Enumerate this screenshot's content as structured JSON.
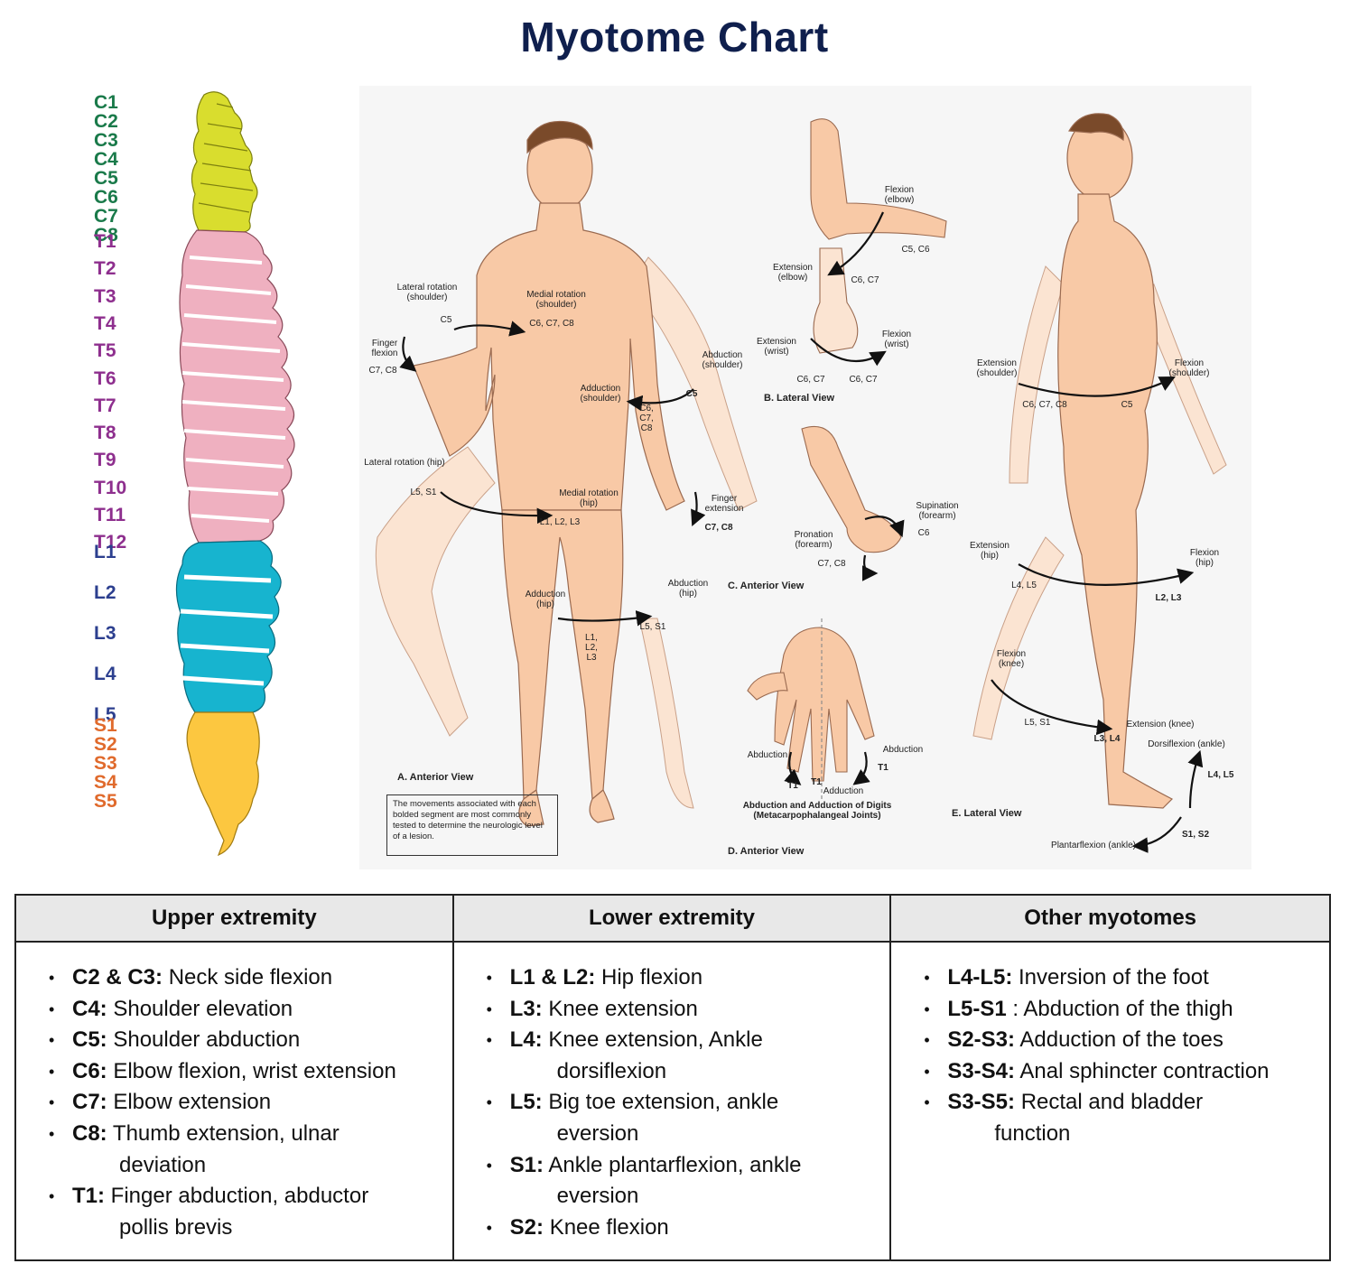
{
  "title": "Myotome Chart",
  "spine": {
    "cervical": [
      "C1",
      "C2",
      "C3",
      "C4",
      "C5",
      "C6",
      "C7",
      "C8"
    ],
    "thoracic": [
      "T1",
      "T2",
      "T3",
      "T4",
      "T5",
      "T6",
      "T7",
      "T8",
      "T9",
      "T10",
      "T11",
      "T12"
    ],
    "lumbar": [
      "L1",
      "L2",
      "L3",
      "L4",
      "L5"
    ],
    "sacral": [
      "S1",
      "S2",
      "S3",
      "S4",
      "S5"
    ],
    "colors": {
      "cervical": "#1a7a4a",
      "thoracic": "#8e2f8e",
      "lumbar": "#2c3f8f",
      "sacral": "#e06a2c"
    }
  },
  "figure": {
    "annotations": {
      "lat_rot_shoulder": "Lateral rotation (shoulder)",
      "c5_a": "C5",
      "medial_rot_shoulder": "Medial rotation (shoulder)",
      "c6c7c8_a": "C6, C7, C8",
      "finger_flexion": "Finger flexion",
      "c7c8_a": "C7, C8",
      "abduction_shoulder": "Abduction (shoulder)",
      "c5_b": "C5",
      "adduction_shoulder": "Adduction (shoulder)",
      "c6c7c8_b": "C6, C7, C8",
      "lat_rot_hip": "Lateral rotation (hip)",
      "l5s1_a": "L5, S1",
      "medial_rot_hip": "Medial rotation (hip)",
      "l1l2l3_a": "L1, L2, L3",
      "finger_extension": "Finger extension",
      "c7c8_b": "C7, C8",
      "adduction_hip": "Adduction (hip)",
      "abduction_hip": "Abduction (hip)",
      "l5s1_b": "L5, S1",
      "l1l2l3_b": "L1, L2, L3",
      "cap_a": "A. Anterior View",
      "note": "The movements associated with each bolded segment are most commonly tested to determine the neurologic level of a lesion.",
      "flexion_elbow": "Flexion (elbow)",
      "c5c6": "C5, C6",
      "extension_elbow": "Extension (elbow)",
      "c6c7_a": "C6, C7",
      "extension_wrist": "Extension (wrist)",
      "flexion_wrist": "Flexion (wrist)",
      "c6c7_b": "C6, C7",
      "c6c7_c": "C6, C7",
      "cap_b": "B. Lateral View",
      "supination_forearm": "Supination (forearm)",
      "c6": "C6",
      "pronation_forearm": "Pronation (forearm)",
      "c7c8_c": "C7, C8",
      "cap_c": "C. Anterior View",
      "abduction_d1": "Abduction",
      "abduction_d2": "Abduction",
      "t1_a": "T1",
      "t1_b": "T1",
      "t1_c": "T1",
      "adduction_d": "Adduction",
      "digits": "Abduction and Adduction of Digits (Metacarpophalangeal Joints)",
      "cap_d": "D. Anterior View",
      "extension_shoulder": "Extension (shoulder)",
      "c6c7c8_c": "C6, C7, C8",
      "flexion_shoulder": "Flexion (shoulder)",
      "c5_c": "C5",
      "extension_hip": "Extension (hip)",
      "l4l5_a": "L4, L5",
      "flexion_hip": "Flexion (hip)",
      "l2l3": "L2, L3",
      "flexion_knee": "Flexion (knee)",
      "l5s1_c": "L5, S1",
      "extension_knee": "Extension (knee)",
      "l3l4": "L3, L4",
      "dorsiflexion_ankle": "Dorsiflexion (ankle)",
      "l4l5_b": "L4, L5",
      "s1s2": "S1, S2",
      "plantarflexion_ankle": "Plantarflexion (ankle)",
      "cap_e": "E. Lateral View"
    }
  },
  "table": {
    "headers": [
      "Upper extremity",
      "Lower extremity",
      "Other myotomes"
    ],
    "upper": [
      {
        "k": "C2 & C3:",
        "v": "Neck side flexion",
        "c": ""
      },
      {
        "k": "C4:",
        "v": "Shoulder elevation",
        "c": ""
      },
      {
        "k": "C5:",
        "v": "Shoulder abduction",
        "c": ""
      },
      {
        "k": "C6:",
        "v": "Elbow flexion, wrist extension",
        "c": ""
      },
      {
        "k": "C7:",
        "v": "Elbow extension",
        "c": ""
      },
      {
        "k": "C8:",
        "v": "Thumb extension, ulnar",
        "c": "deviation"
      },
      {
        "k": "T1:",
        "v": "Finger abduction, abductor",
        "c": "pollis brevis"
      }
    ],
    "lower": [
      {
        "k": "L1 & L2:",
        "v": "Hip flexion",
        "c": ""
      },
      {
        "k": "L3:",
        "v": "Knee extension",
        "c": ""
      },
      {
        "k": "L4:",
        "v": "Knee extension, Ankle",
        "c": "dorsiflexion"
      },
      {
        "k": "L5:",
        "v": "Big toe extension, ankle",
        "c": "eversion"
      },
      {
        "k": "S1:",
        "v": "Ankle plantarflexion, ankle",
        "c": "eversion"
      },
      {
        "k": "S2:",
        "v": "Knee flexion",
        "c": ""
      }
    ],
    "other": [
      {
        "k": "L4-L5:",
        "v": "Inversion of the foot",
        "c": ""
      },
      {
        "k": "L5-S1",
        "v": ": Abduction of the thigh",
        "c": ""
      },
      {
        "k": "S2-S3:",
        "v": "Adduction of the toes",
        "c": ""
      },
      {
        "k": "S3-S4:",
        "v": "Anal sphincter contraction",
        "c": ""
      },
      {
        "k": "S3-S5:",
        "v": "Rectal and bladder",
        "c": "function"
      }
    ]
  }
}
